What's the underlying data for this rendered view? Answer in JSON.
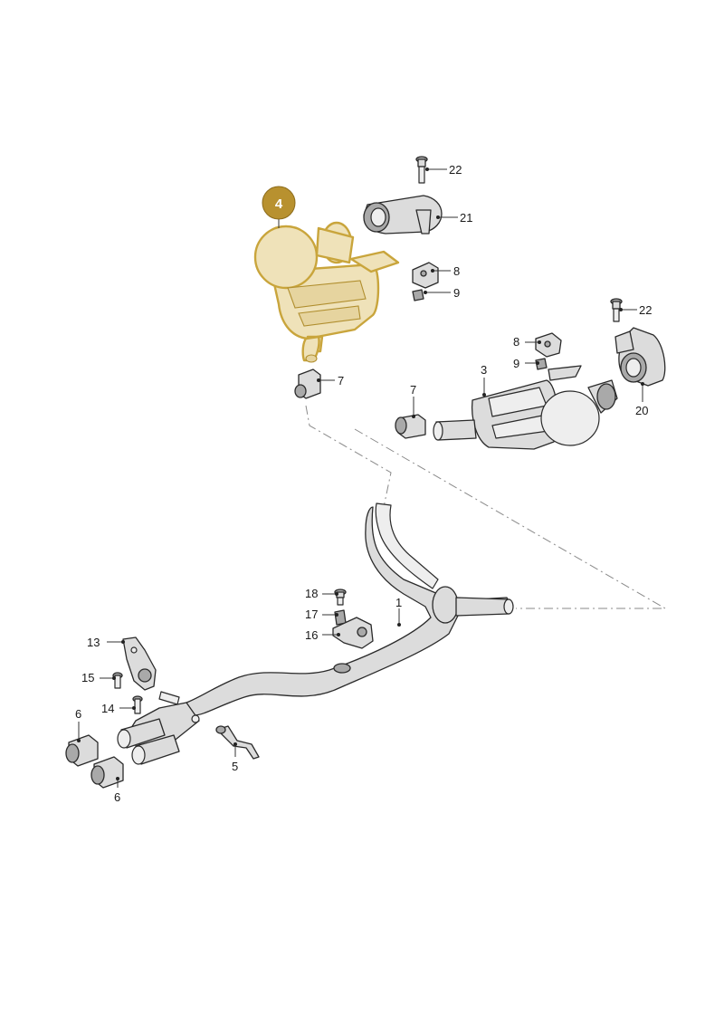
{
  "diagram": {
    "highlight": {
      "label": "4",
      "color": "#b8912f"
    },
    "callouts": {
      "c22a": "22",
      "c21": "21",
      "c8a": "8",
      "c9a": "9",
      "c7a": "7",
      "c22b": "22",
      "c8b": "8",
      "c9b": "9",
      "c3": "3",
      "c7b": "7",
      "c20": "20",
      "c1": "1",
      "c18": "18",
      "c17": "17",
      "c16": "16",
      "c13": "13",
      "c15": "15",
      "c14": "14",
      "c6a": "6",
      "c6b": "6",
      "c5": "5"
    }
  }
}
